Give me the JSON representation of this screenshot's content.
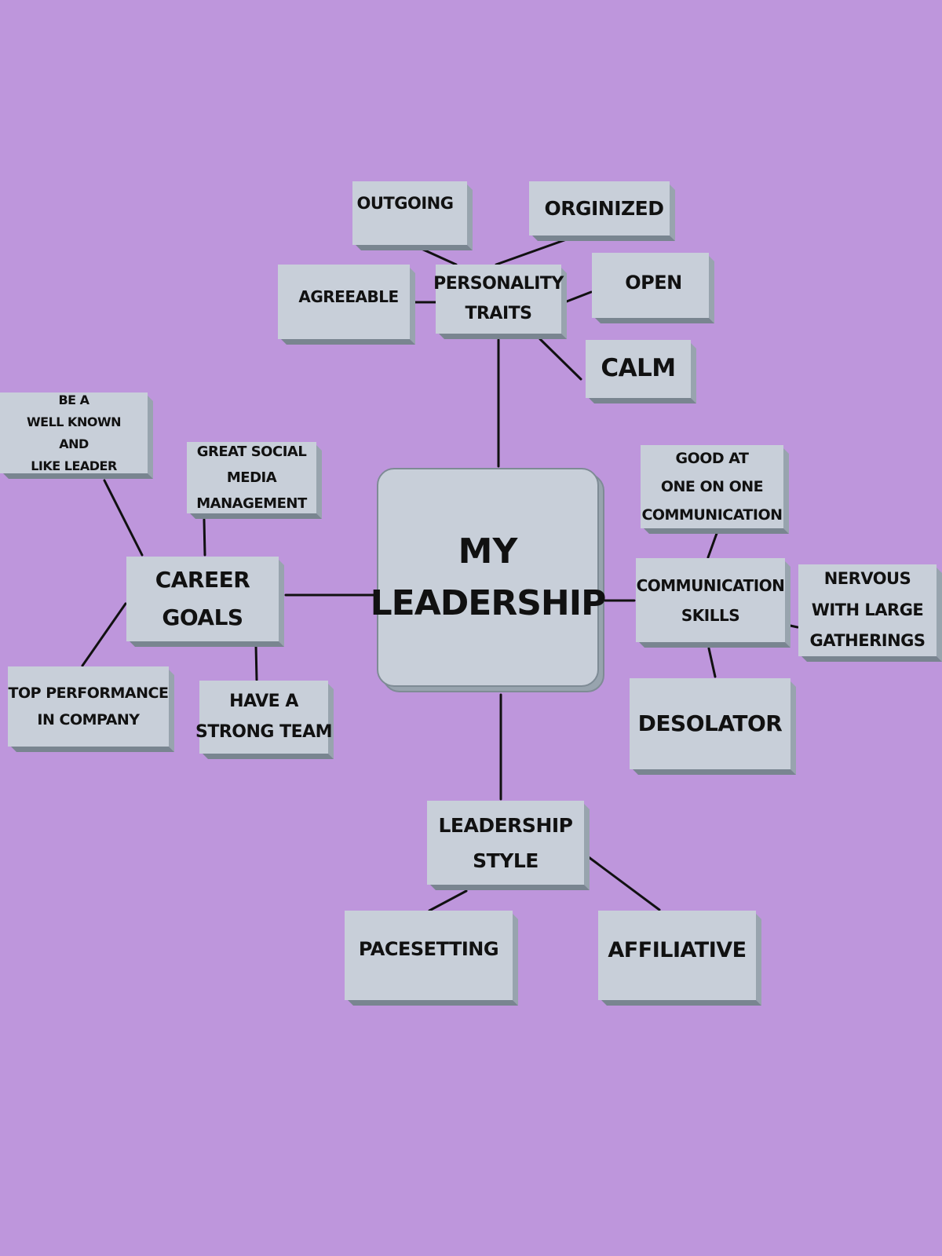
{
  "colors": {
    "background": "#BE96DC",
    "box_face": "#C8CFD9",
    "box_side": "#98A4AE",
    "box_bottom": "#798590",
    "line": "#111111"
  },
  "center": {
    "lines": [
      "MY",
      "LEADERSHIP"
    ]
  },
  "nodes": {
    "personality_traits": {
      "lines": [
        "PERSONALITY",
        "TRAITS"
      ]
    },
    "outgoing": {
      "lines": [
        "OUTGOING"
      ]
    },
    "orginized": {
      "lines": [
        "ORGINIZED"
      ]
    },
    "agreeable": {
      "lines": [
        "AGREEABLE"
      ]
    },
    "open": {
      "lines": [
        "OPEN"
      ]
    },
    "calm": {
      "lines": [
        "CALM"
      ]
    },
    "career_goals": {
      "lines": [
        "CAREER",
        "GOALS"
      ]
    },
    "well_known": {
      "lines": [
        "BE A",
        "WELL KNOWN",
        "AND",
        "LIKE LEADER"
      ]
    },
    "social_media": {
      "lines": [
        "GREAT SOCIAL",
        "MEDIA",
        "MANAGEMENT"
      ]
    },
    "top_performance": {
      "lines": [
        "TOP PERFORMANCE",
        "IN COMPANY"
      ]
    },
    "strong_team": {
      "lines": [
        "HAVE A",
        "STRONG TEAM"
      ]
    },
    "communication_skills": {
      "lines": [
        "COMMUNICATION",
        "SKILLS"
      ]
    },
    "one_on_one": {
      "lines": [
        "GOOD AT",
        "ONE ON ONE",
        "COMMUNICATION"
      ]
    },
    "nervous": {
      "lines": [
        "NERVOUS",
        "WITH LARGE",
        "GATHERINGS"
      ]
    },
    "desolator": {
      "lines": [
        "DESOLATOR"
      ]
    },
    "leadership_style": {
      "lines": [
        "LEADERSHIP",
        "STYLE"
      ]
    },
    "pacesetting": {
      "lines": [
        "PACESETTING"
      ]
    },
    "affiliative": {
      "lines": [
        "AFFILIATIVE"
      ]
    }
  }
}
